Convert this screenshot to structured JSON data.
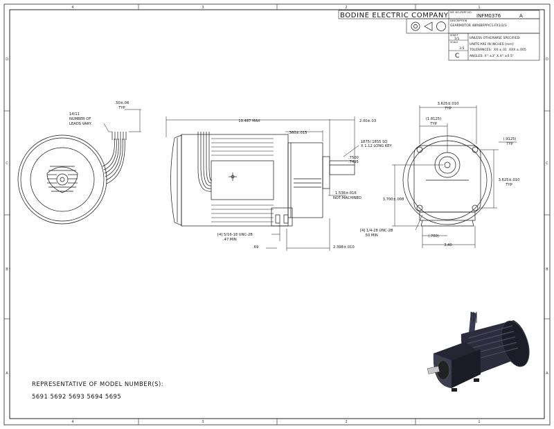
{
  "border": {
    "zones_top": [
      "4",
      "3",
      "2",
      "1"
    ],
    "zones_side": [
      "D",
      "C",
      "B",
      "A"
    ]
  },
  "title_block": {
    "company": "BODINE ELECTRIC COMPANY",
    "doc_no_label": "INF. NO./PART NO.",
    "doc_no": "INFM0376",
    "rev": "A",
    "desc_label": "DESCRIPTION",
    "desc": "GEARMOTOR 48R6BFPP/C1-FX1/2/3",
    "sheet_label": "SHEET",
    "sheet": "1/1",
    "scale_label": "SCALE",
    "scale": "3:5",
    "size": "C",
    "notes": [
      "UNLESS OTHERWISE SPECIFIED:",
      "UNITS ARE IN INCHES [mm]",
      "TOLERANCES: .XX:±.01  .XXX:±.005",
      "ANGLES:  X°:±3°   X.X°:±0.5°"
    ]
  },
  "dims": {
    "leads_top": ".50±.06",
    "typ": "TYP",
    "leads_note": [
      "14/11",
      "NUMBER OF",
      "LEADS VARY"
    ],
    "overall": "10.487 MAX",
    "shaft_len": "2.00±.03",
    "pilot": ".360±.015",
    "key": [
      ".1875/.1855 SQ",
      "X 1.12 LONG KEY"
    ],
    "shaft_dia": [
      ".7500",
      ".7495"
    ],
    "not_machined_val": "1.536±.016",
    "not_machined": "NOT MACHINED",
    "tap_side": [
      "[4] 5/16-18 UNC-2B",
      ".47 MIN"
    ],
    "base_offset": ".69",
    "base_len": "2.398±.010",
    "face_width": "3.625±.010",
    "face_offset": "(1.8125)",
    "face_right": "(.9125)",
    "face_height": "3.625±.010",
    "shaft_height": "3.700±.008",
    "tap_face": [
      "[4] 1/4-28 UNC-2B",
      ".50 MIN"
    ],
    "base_face": "(.700)",
    "base_width": "3.40"
  },
  "model_note": {
    "heading": "REPRESENTATIVE OF MODEL NUMBER(S):",
    "models": "5691  5692  5693  5694  5695"
  }
}
